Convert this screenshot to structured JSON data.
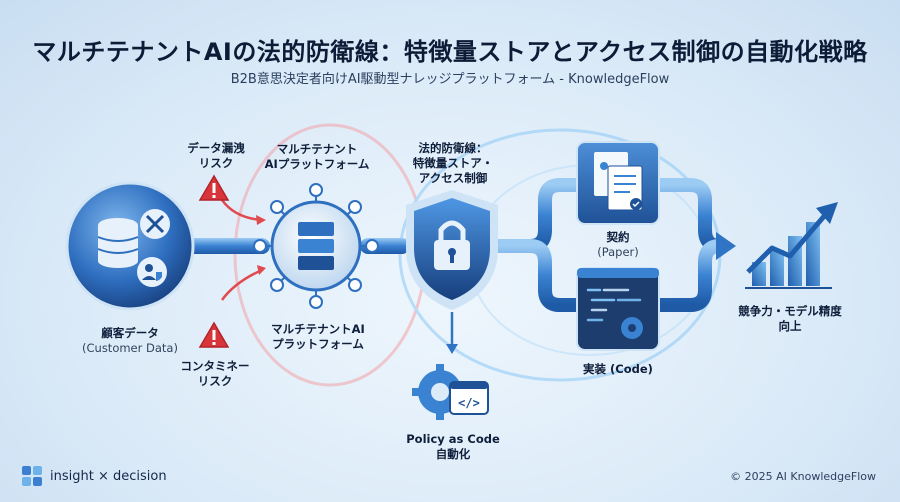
{
  "header": {
    "title": "マルチテナントAIの法的防衛線：特徴量ストアとアクセス制御の自動化戦略",
    "subtitle": "B2B意思決定者向けAI駆動型ナレッジプラットフォーム - KnowledgeFlow"
  },
  "nodes": {
    "customer": {
      "label": "顧客データ",
      "sub": "(Customer Data)"
    },
    "leak_risk": {
      "line1": "データ漏洩",
      "line2": "リスク"
    },
    "contam_risk": {
      "line1": "コンタミネー",
      "line2": "リスク"
    },
    "platform_top": {
      "line1": "マルチテナント",
      "line2": "AIプラットフォーム"
    },
    "platform_bottom": {
      "line1": "マルチテナントAI",
      "line2": "プラットフォーム"
    },
    "defense": {
      "line1": "法的防衛線：",
      "line2": "特徴量ストア・",
      "line3": "アクセス制御"
    },
    "policy": {
      "line1": "Policy as Code",
      "line2": "自動化"
    },
    "contract": {
      "label": "契約",
      "sub": "(Paper)"
    },
    "implementation": {
      "label": "実装 (Code)"
    },
    "outcome": {
      "line1": "競争力・モデル精度",
      "line2": "向上"
    }
  },
  "footer": {
    "brand": "insight × decision",
    "copyright": "© 2025 AI KnowledgeFlow"
  },
  "icons": {
    "database": "database-icon",
    "tools": "crossed-tools-icon",
    "user_shield": "user-shield-icon",
    "warning": "warning-triangle-icon",
    "server": "server-stack-icon",
    "lock_shield": "shield-lock-icon",
    "gear_code": "gear-code-icon",
    "documents": "documents-icon",
    "terminal": "code-terminal-icon",
    "growth": "growth-chart-icon"
  },
  "colors": {
    "primary": "#1f5fae",
    "accent": "#4a9be0",
    "risk": "#d8353a",
    "dark": "#0d1b36"
  }
}
